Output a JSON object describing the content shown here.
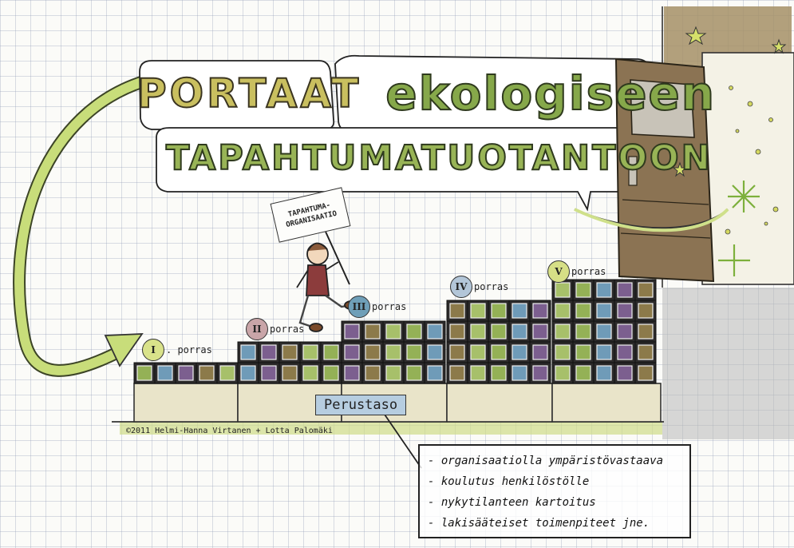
{
  "title": {
    "word1": "PORTAAT",
    "word2": "ekologiseen",
    "line2": "TAPAHTUMATUOTANTOON"
  },
  "sign": {
    "line1": "TAPAHTUMA-",
    "line2": "ORGANISAATIO"
  },
  "steps": [
    {
      "num": "I",
      "label": ". porras"
    },
    {
      "num": "II",
      "label": "porras"
    },
    {
      "num": "III",
      "label": "porras"
    },
    {
      "num": "IV",
      "label": "porras"
    },
    {
      "num": "V",
      "label": "porras"
    }
  ],
  "base_label": "Perustaso",
  "base_items": [
    "- organisaatiolla ympäristövastaava",
    "- koulutus henkilöstölle",
    "- nykytilanteen kartoitus",
    "- lakisääteiset toimenpiteet jne."
  ],
  "copyright": "©2011 Helmi-Hanna Virtanen + Lotta Palomäki",
  "colors": {
    "box_fills": [
      "#94b156",
      "#6f9bb8",
      "#7c5f8f",
      "#8c7a4a",
      "#a7c06a"
    ],
    "arrow": "#c8dd7a",
    "door": "#8b7353",
    "wall": "#a48f66",
    "ground": "#cfdc88"
  },
  "icons": [
    "star-icon",
    "sparkle-icon",
    "door-icon",
    "arrow-icon"
  ]
}
